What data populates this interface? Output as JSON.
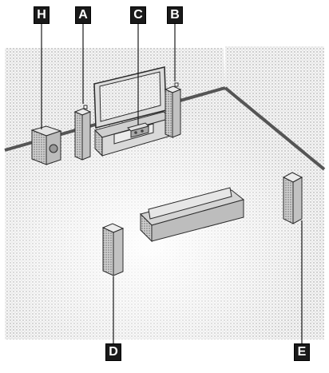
{
  "diagram": {
    "labels": {
      "H": "H",
      "A": "A",
      "C": "C",
      "B": "B",
      "D": "D",
      "E": "E"
    },
    "colors": {
      "outline": "#2b2b2b",
      "floor": "#e9e9e9",
      "wall": "#d6d6d6",
      "speaker_face": "#bdbdbd",
      "speaker_side": "#8e8e8e",
      "label_bg": "#1a1a1a",
      "label_text": "#ffffff"
    }
  }
}
